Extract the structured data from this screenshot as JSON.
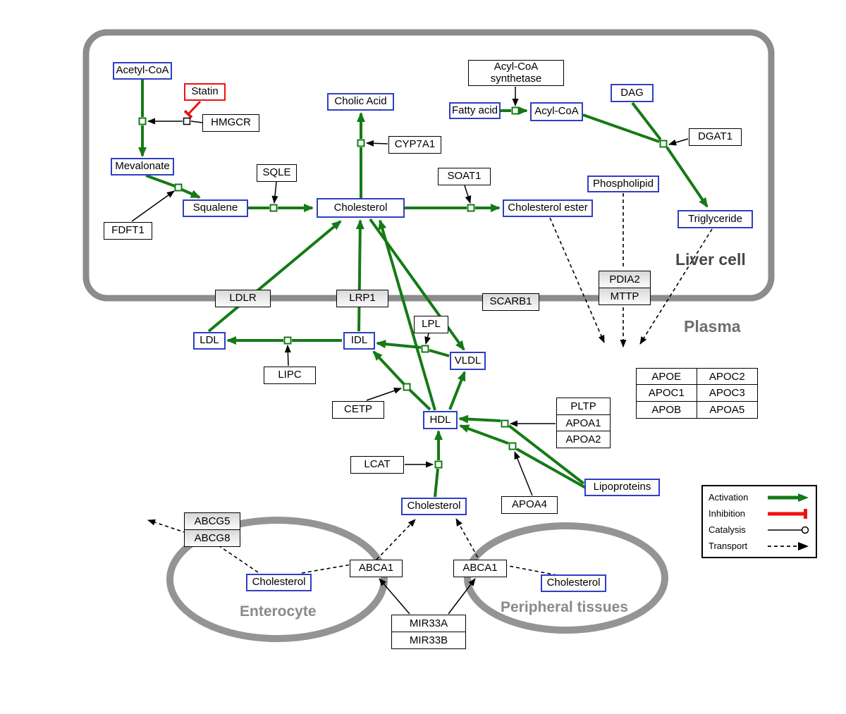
{
  "regions": {
    "liver_cell": "Liver cell",
    "plasma": "Plasma",
    "enterocyte": "Enterocyte",
    "peripheral_tissues": "Peripheral tissues"
  },
  "metabolites": {
    "acetyl_coa": "Acetyl-CoA",
    "mevalonate": "Mevalonate",
    "squalene": "Squalene",
    "cholic_acid": "Cholic Acid",
    "cholesterol_liver": "Cholesterol",
    "cholesterol_ester": "Cholesterol ester",
    "fatty_acid": "Fatty acid",
    "acyl_coa": "Acyl-CoA",
    "dag": "DAG",
    "phospholipid": "Phospholipid",
    "triglyceride": "Triglyceride",
    "ldl": "LDL",
    "idl": "IDL",
    "vldl": "VLDL",
    "hdl": "HDL",
    "cholesterol_plasma": "Cholesterol",
    "cholesterol_enterocyte": "Cholesterol",
    "cholesterol_peripheral": "Cholesterol",
    "lipoproteins": "Lipoproteins"
  },
  "proteins": {
    "statin": "Statin",
    "hmgcr": "HMGCR",
    "sqle": "SQLE",
    "fdft1": "FDFT1",
    "cyp7a1": "CYP7A1",
    "soat1": "SOAT1",
    "acyl_coa_synthetase_line1": "Acyl-CoA",
    "acyl_coa_synthetase_line2": "synthetase",
    "dgat1": "DGAT1",
    "pdia2": "PDIA2",
    "mttp": "MTTP",
    "ldlr": "LDLR",
    "lrp1": "LRP1",
    "scarb1": "SCARB1",
    "lpl": "LPL",
    "lipc": "LIPC",
    "cetp": "CETP",
    "lcat": "LCAT",
    "pltp": "PLTP",
    "apoa1": "APOA1",
    "apoa2": "APOA2",
    "apoa4": "APOA4",
    "abcg5": "ABCG5",
    "abcg8": "ABCG8",
    "abca1_enterocyte": "ABCA1",
    "abca1_peripheral": "ABCA1",
    "mir33a": "MIR33A",
    "mir33b": "MIR33B"
  },
  "apo_table": [
    [
      "APOE",
      "APOC2"
    ],
    [
      "APOC1",
      "APOC3"
    ],
    [
      "APOB",
      "APOA5"
    ]
  ],
  "legend": {
    "activation": "Activation",
    "inhibition": "Inhibition",
    "catalysis": "Catalysis",
    "transport": "Transport"
  },
  "colors": {
    "activation_green": "#157a15",
    "inhibition_red": "#ee1111",
    "metabolite_blue": "#2e3fc4",
    "membrane_gray": "#8c8c8c"
  }
}
